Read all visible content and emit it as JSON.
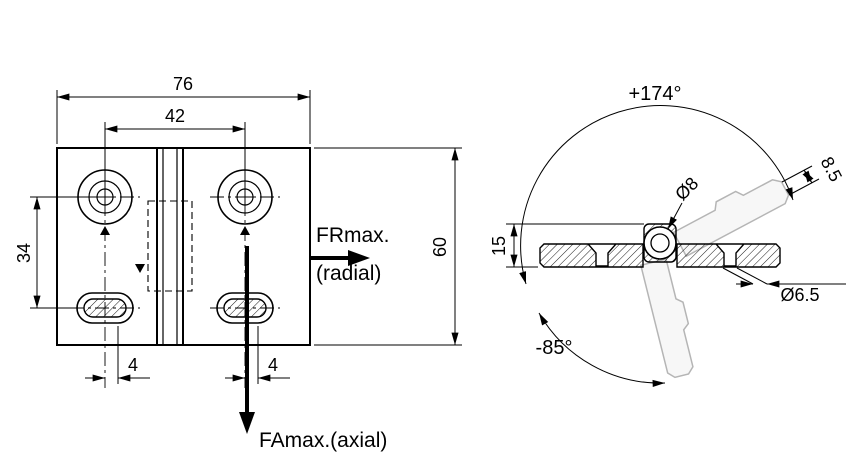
{
  "front_view": {
    "dim_overall_width": "76",
    "dim_hole_spacing": "42",
    "dim_hole_to_slot": "34",
    "dim_overall_height": "60",
    "dim_slot_offset_left": "4",
    "dim_slot_offset_right": "4",
    "force_radial": "FRmax.",
    "force_radial_qualifier": "(radial)",
    "force_axial": "FAmax.(axial)"
  },
  "side_view": {
    "angle_open": "+174°",
    "angle_closed": "-85°",
    "dim_pin_diameter": "Ø8",
    "dim_leaf_thickness": "8.5",
    "dim_knuckle_height": "15",
    "dim_hole_diameter": "Ø6.5"
  },
  "colors": {
    "line": "#000000",
    "ghost_stroke": "#b5b5b5",
    "ghost_fill": "#f7f7f7",
    "background": "#ffffff"
  }
}
